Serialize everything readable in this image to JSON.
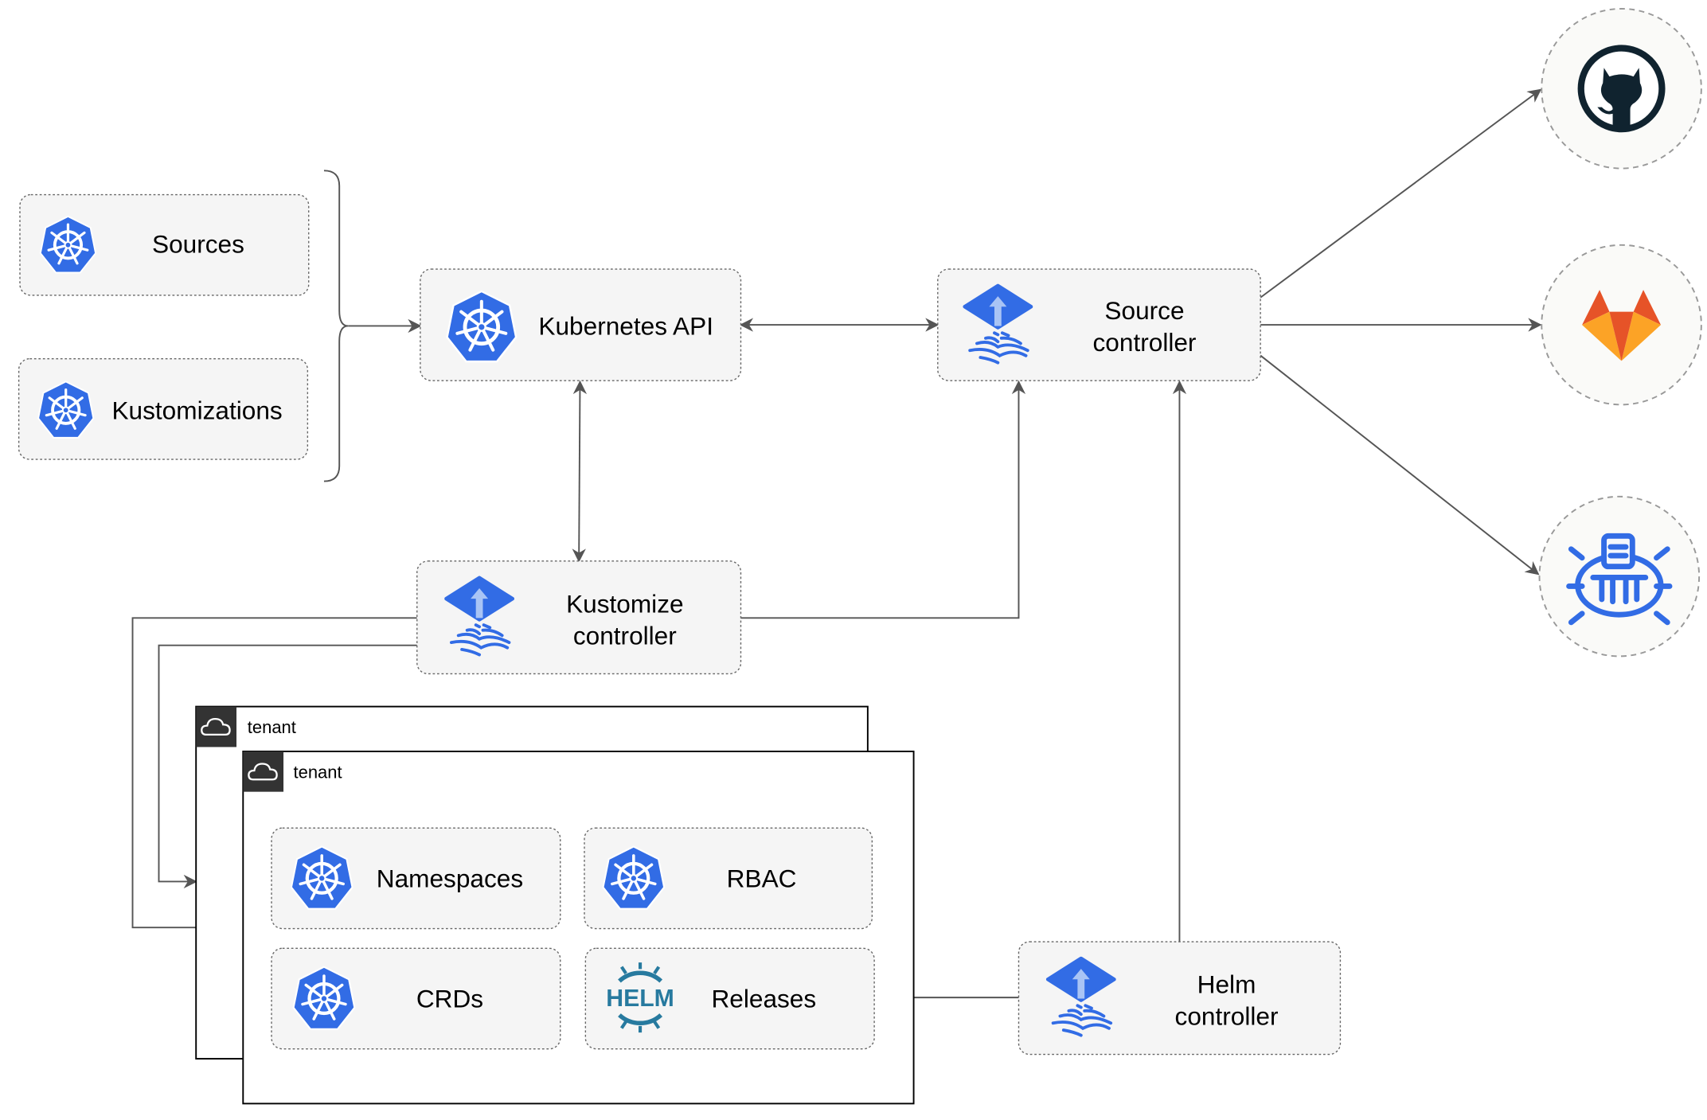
{
  "nodes": {
    "sources": "Sources",
    "kustomizations": "Kustomizations",
    "kubernetes_api": "Kubernetes API",
    "source_controller": [
      "Source",
      "controller"
    ],
    "kustomize_controller": [
      "Kustomize",
      "controller"
    ],
    "helm_controller": [
      "Helm",
      "controller"
    ],
    "namespaces": "Namespaces",
    "rbac": "RBAC",
    "crds": "CRDs",
    "releases": "Releases"
  },
  "groups": {
    "tenant_back": "tenant",
    "tenant_front": "tenant"
  },
  "icons": {
    "kubernetes": "kubernetes-wheel-icon",
    "flux": "flux-icon",
    "helm": "helm-icon",
    "github": "github-icon",
    "gitlab": "gitlab-icon",
    "bucket": "bucket-icon",
    "cloud": "cloud-icon"
  },
  "colors": {
    "k8s_blue": "#326ce5",
    "box_fill": "#f5f5f5",
    "edge": "#555555",
    "github": "#10232f",
    "gitlab_red": "#e65328",
    "gitlab_orange": "#fca326",
    "helm": "#277a9f"
  }
}
